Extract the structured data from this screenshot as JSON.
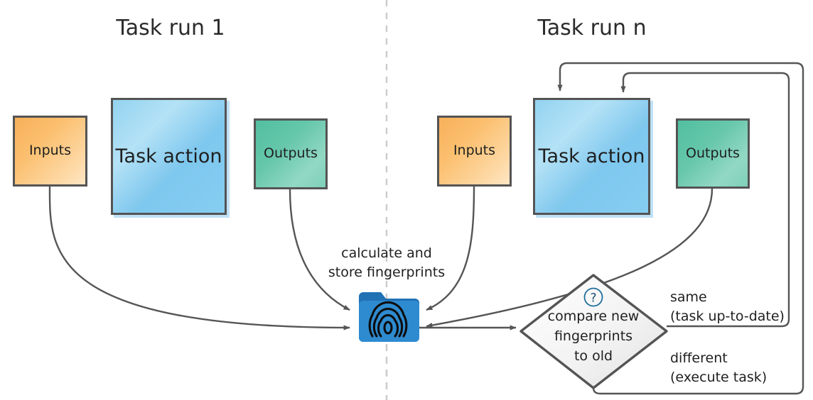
{
  "diagram": {
    "title_left": "Task run 1",
    "title_right": "Task run n",
    "divider": "dashed-vertical-divider",
    "colors": {
      "inputs_fill": "#f9b662",
      "outputs_fill": "#5cc3a6",
      "task_fill": "#8fd0f0",
      "node_stroke": "#545454",
      "folder_fill": "#2e8bd0",
      "decision_fill": "#eeeeee",
      "edge_stroke": "#555555",
      "question_stroke": "#1f6f9e",
      "text": "#1f1f1f"
    }
  },
  "run1": {
    "inputs_label": "Inputs",
    "task_label": "Task action",
    "outputs_label": "Outputs"
  },
  "runN": {
    "inputs_label": "Inputs",
    "task_label": "Task action",
    "outputs_label": "Outputs"
  },
  "store": {
    "icon": "fingerprint-folder-icon",
    "caption_line1": "calculate and",
    "caption_line2": "store fingerprints"
  },
  "decision": {
    "icon": "question-mark-icon",
    "line1": "compare new",
    "line2": "fingerprints",
    "line3": "to old"
  },
  "branches": [
    {
      "name": "same",
      "label": "same",
      "sublabel": "(task up-to-date)"
    },
    {
      "name": "different",
      "label": "different",
      "sublabel": "(execute task)"
    }
  ]
}
